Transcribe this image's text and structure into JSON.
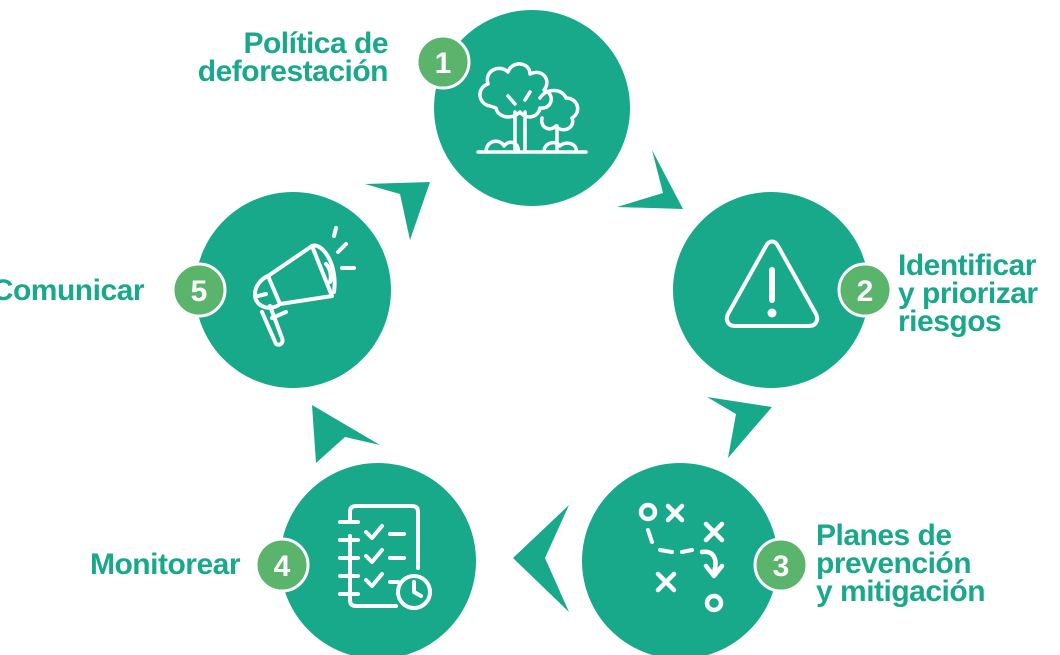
{
  "colors": {
    "circle": "#18a88a",
    "badge": "#5bb46c",
    "arrow": "#18a88a",
    "text": "#1aa88c",
    "icon": "#ffffff"
  },
  "steps": [
    {
      "number": "1",
      "label_lines": [
        "Política de",
        "deforestación"
      ],
      "icon": "trees-icon"
    },
    {
      "number": "2",
      "label_lines": [
        "Identificar",
        "y priorizar",
        "riesgos"
      ],
      "icon": "warning-icon"
    },
    {
      "number": "3",
      "label_lines": [
        "Planes de",
        "prevención",
        "y mitigación"
      ],
      "icon": "strategy-icon"
    },
    {
      "number": "4",
      "label_lines": [
        "Monitorear"
      ],
      "icon": "checklist-clock-icon"
    },
    {
      "number": "5",
      "label_lines": [
        "Comunicar"
      ],
      "icon": "megaphone-icon"
    }
  ]
}
